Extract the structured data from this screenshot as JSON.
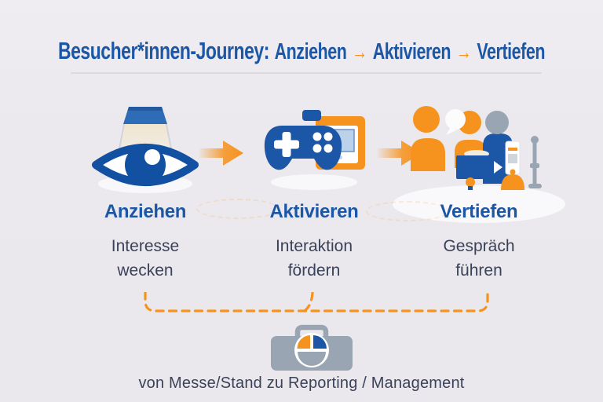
{
  "title": {
    "main": "Besucher*innen-Journey:",
    "stage1": "Anziehen",
    "stage2": "Aktivieren",
    "stage3": "Vertiefen",
    "separator": "→"
  },
  "stages": [
    {
      "icon": "spotlight-eye-icon",
      "heading": "Anziehen",
      "line1": "Interesse",
      "line2": "wecken"
    },
    {
      "icon": "gamepad-screen-icon",
      "heading": "Aktivieren",
      "line1": "Interaktion",
      "line2": "fördern"
    },
    {
      "icon": "conversation-people-icon",
      "heading": "Vertiefen",
      "line1": "Gespräch",
      "line2": "führen"
    }
  ],
  "arrows": {
    "icon": "orange-arrow-right-icon",
    "count": 2
  },
  "bracket": {
    "icon": "dashed-bracket-icon"
  },
  "footer": {
    "icon": "toolbox-piechart-icon",
    "caption": "von Messe/Stand zu Reporting / Management"
  },
  "colors": {
    "blue": "#1b57a6",
    "orange": "#f6921e",
    "dark": "#3a4259",
    "gray": "#9aa5b3",
    "lightblue": "#bcd2ea",
    "background": "#ebe9ed",
    "divider": "#d9d7db"
  }
}
